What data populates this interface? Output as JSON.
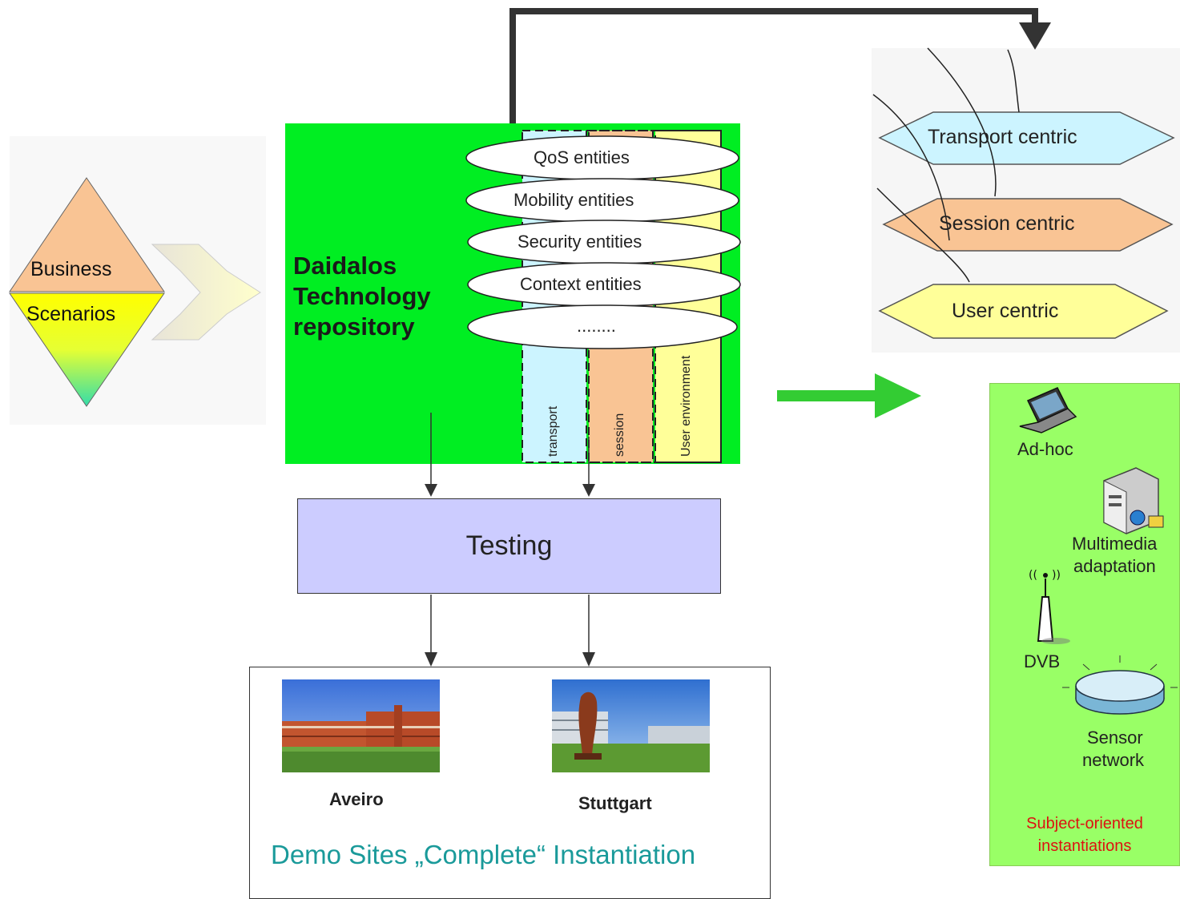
{
  "pyramid": {
    "top": "Business",
    "bottom": "Scenarios"
  },
  "repository": {
    "title_lines": [
      "Daidalos",
      "Technology",
      "repository"
    ],
    "entities": [
      "QoS entities",
      "Mobility entities",
      "Security entities",
      "Context entities",
      "........"
    ],
    "layers": [
      "transport",
      "session",
      "User environment"
    ]
  },
  "testing": {
    "label": "Testing"
  },
  "demo": {
    "sites": [
      "Aveiro",
      "Stuttgart"
    ],
    "title": "Demo Sites „Complete“ Instantiation"
  },
  "centric": [
    "Transport centric",
    "Session centric",
    "User centric"
  ],
  "instantiations": {
    "items": [
      "Ad-hoc",
      "Multimedia",
      "adaptation",
      "DVB",
      "Sensor",
      "network"
    ],
    "footer_lines": [
      "Subject-oriented",
      "instantiations"
    ]
  },
  "colors": {
    "repo_green": "#00ee22",
    "testing_fill": "#ccccff",
    "panel_green": "#99ff66",
    "transport": "#ccf4ff",
    "session": "#f9c494",
    "user": "#ffff99",
    "footer_red": "#dd1111",
    "demo_title": "#1a9a9a"
  }
}
